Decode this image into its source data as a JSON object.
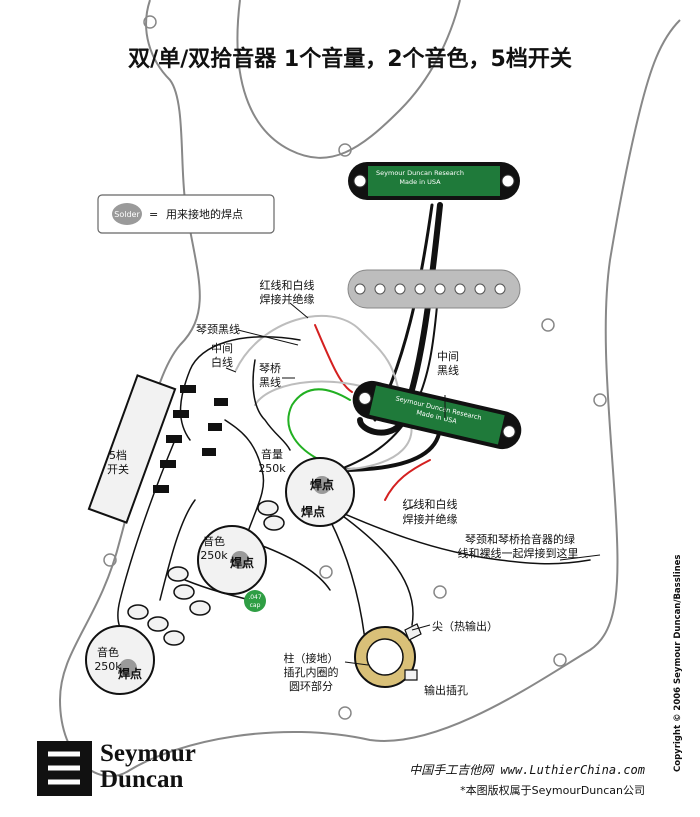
{
  "title": "双/单/双拾音器 1个音量，2个音色，5档开关",
  "legend": {
    "badge": "Solder",
    "equals": "=",
    "text": "用来接地的焊点"
  },
  "labels": {
    "red_white_top_1": "红线和白线",
    "red_white_top_2": "焊接并绝缘",
    "neck_black": "琴颈黑线",
    "mid_white_1": "中间",
    "mid_white_2": "白线",
    "bridge_black_1": "琴桥",
    "bridge_black_2": "黑线",
    "mid_black_1": "中间",
    "mid_black_2": "黑线",
    "switch_1": "5档",
    "switch_2": "开关",
    "volume_1": "音量",
    "volume_2": "250k",
    "tone1_1": "音色",
    "tone1_2": "250k",
    "tone2_1": "音色",
    "tone2_2": "250k",
    "solder": "焊点",
    "red_white_bot_1": "红线和白线",
    "red_white_bot_2": "焊接并绝缘",
    "ground_note_1": "琴颈和琴桥拾音器的绿",
    "ground_note_2": "线和裸线一起焊接到这里",
    "tip": "尖（热输出）",
    "sleeve_1": "柱（接地）",
    "sleeve_2": "插孔内圈的",
    "sleeve_3": "圆环部分",
    "jack": "输出插孔",
    "cap_1": ".047",
    "cap_2": "cap"
  },
  "pickups": {
    "neck_1": "Seymour Duncan Research",
    "neck_2": "Made in USA",
    "bridge_1": "Seymour Duncan Research",
    "bridge_2": "Made in USA"
  },
  "brand": {
    "line1": "Seymour",
    "line2": "Duncan"
  },
  "footer": {
    "site": "中国手工吉他网 www.LuthierChina.com",
    "rights": "*本图版权属于SeymourDuncan公司",
    "copyright": "Copyright © 2006 Seymour Duncan/Basslines"
  },
  "colors": {
    "pickguard_outline": "#888888",
    "pcb_green": "#1f7a3a",
    "pot_fill": "#f2f2f2",
    "jack_ring": "#d9c078",
    "wire_black": "#111111",
    "wire_red": "#d42020",
    "wire_green": "#22b022",
    "wire_white": "#d8d8d8",
    "single_coil": "#bdbdbd",
    "cap_green": "#2f9e44"
  }
}
